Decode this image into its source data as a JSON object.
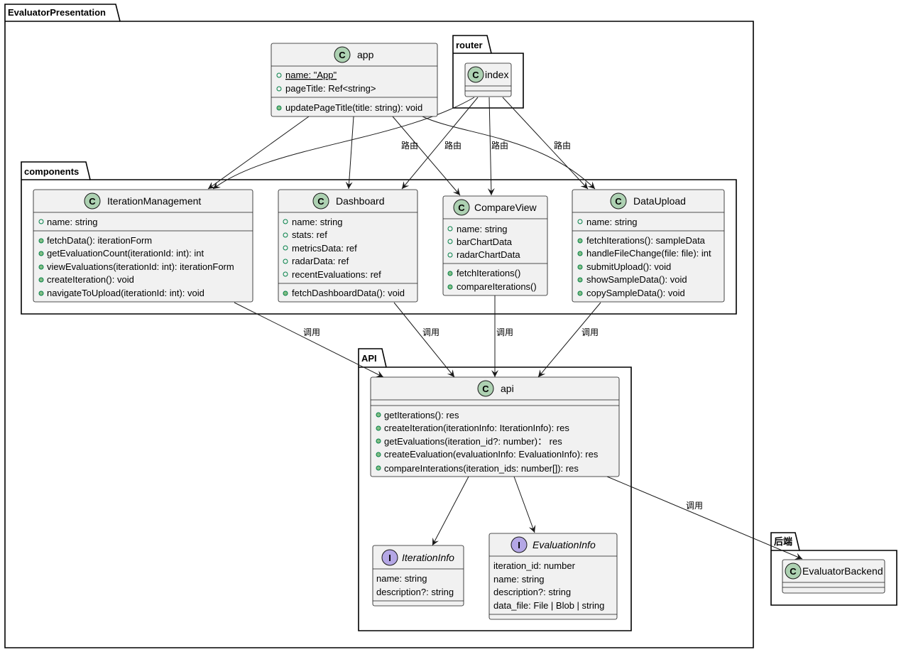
{
  "packages": {
    "root": "EvaluatorPresentation",
    "router": "router",
    "components": "components",
    "api": "API",
    "backend": "后端"
  },
  "classes": {
    "app": {
      "name": "app",
      "fields": [
        "name: \"App\"",
        "pageTitle: Ref<string>"
      ],
      "methods": [
        "updatePageTitle(title: string): void"
      ]
    },
    "router_index": {
      "name": "index"
    },
    "iteration_management": {
      "name": "IterationManagement",
      "fields": [
        "name: string"
      ],
      "methods": [
        "fetchData(): iterationForm",
        "getEvaluationCount(iterationId: int): int",
        "viewEvaluations(iterationId: int): iterationForm",
        "createIteration(): void",
        "navigateToUpload(iterationId: int): void"
      ]
    },
    "dashboard": {
      "name": "Dashboard",
      "fields": [
        "name: string",
        "stats: ref",
        "metricsData: ref",
        "radarData: ref",
        "recentEvaluations: ref"
      ],
      "methods": [
        "fetchDashboardData(): void"
      ]
    },
    "compare_view": {
      "name": "CompareView",
      "fields": [
        "name: string",
        "barChartData",
        "radarChartData"
      ],
      "methods": [
        "fetchIterations()",
        "compareIterations()"
      ]
    },
    "data_upload": {
      "name": "DataUpload",
      "fields": [
        "name: string"
      ],
      "methods": [
        "fetchIterations(): sampleData",
        "handleFileChange(file: file): int",
        "submitUpload(): void",
        "showSampleData(): void",
        "copySampleData(): void"
      ]
    },
    "api": {
      "name": "api",
      "methods": [
        "getIterations(): res",
        "createIteration(iterationInfo: IterationInfo): res",
        "getEvaluations(iteration_id?: number)：  res",
        "createEvaluation(evaluationInfo: EvaluationInfo): res",
        "compareInterations(iteration_ids: number[]): res"
      ]
    },
    "iteration_info": {
      "name": "IterationInfo",
      "fields": [
        "name: string",
        "description?: string"
      ]
    },
    "evaluation_info": {
      "name": "EvaluationInfo",
      "fields": [
        "iteration_id: number",
        "name: string",
        "description?: string",
        "data_file: File | Blob | string"
      ]
    },
    "evaluator_backend": {
      "name": "EvaluatorBackend"
    }
  },
  "edge_labels": {
    "route": "路由",
    "call": "调用"
  },
  "spot_letters": {
    "class": "C",
    "interface": "I"
  },
  "colors": {
    "class_fill": "#f1f1f1",
    "class_spot": "#add1b2",
    "interface_spot": "#b4a7e5",
    "public_marker": "#84be84"
  }
}
